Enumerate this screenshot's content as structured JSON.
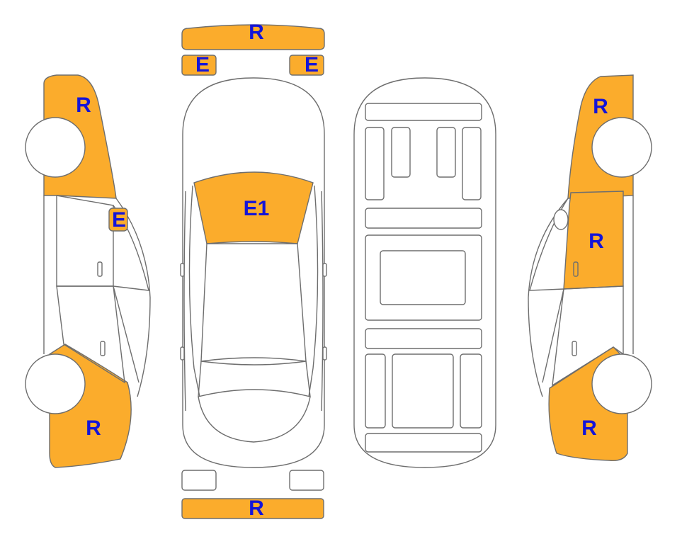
{
  "colors": {
    "damaged": "#fbac2c",
    "outline": "#6e6e6e",
    "label": "#1414d8",
    "background": "#ffffff"
  },
  "labels": {
    "front_bumper": "R",
    "headlight_left": "E",
    "headlight_right": "E",
    "windshield": "E1",
    "rear_bumper": "R",
    "left_front_fender": "R",
    "left_mirror": "E",
    "left_rear_quarter": "R",
    "right_front_fender": "R",
    "right_front_door": "R",
    "right_rear_quarter": "R"
  }
}
